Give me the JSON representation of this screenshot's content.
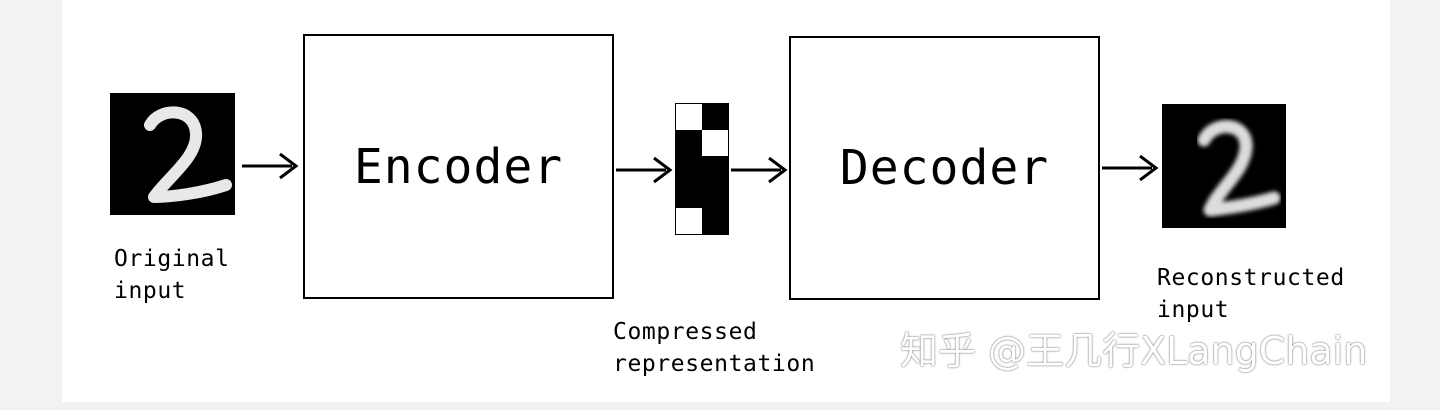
{
  "encoder": {
    "label": "Encoder"
  },
  "decoder": {
    "label": "Decoder"
  },
  "original": {
    "lines": [
      "Original",
      "input"
    ]
  },
  "compressed": {
    "lines": [
      "Compressed",
      "representation"
    ]
  },
  "reconstructed": {
    "lines": [
      "Reconstructed",
      "input"
    ]
  },
  "watermark": "知乎 @王几行XLangChain",
  "code_pattern": [
    [
      0,
      1
    ],
    [
      1,
      0
    ],
    [
      1,
      1
    ],
    [
      1,
      1
    ],
    [
      0,
      1
    ]
  ],
  "colors": {
    "stroke": "#000000",
    "fill": "#ffffff",
    "digit_bg": "#000000",
    "digit_stroke": "#e8e8e8"
  },
  "icons": {
    "arrow": "right-arrow-icon",
    "digit": "handwritten-two-icon"
  }
}
